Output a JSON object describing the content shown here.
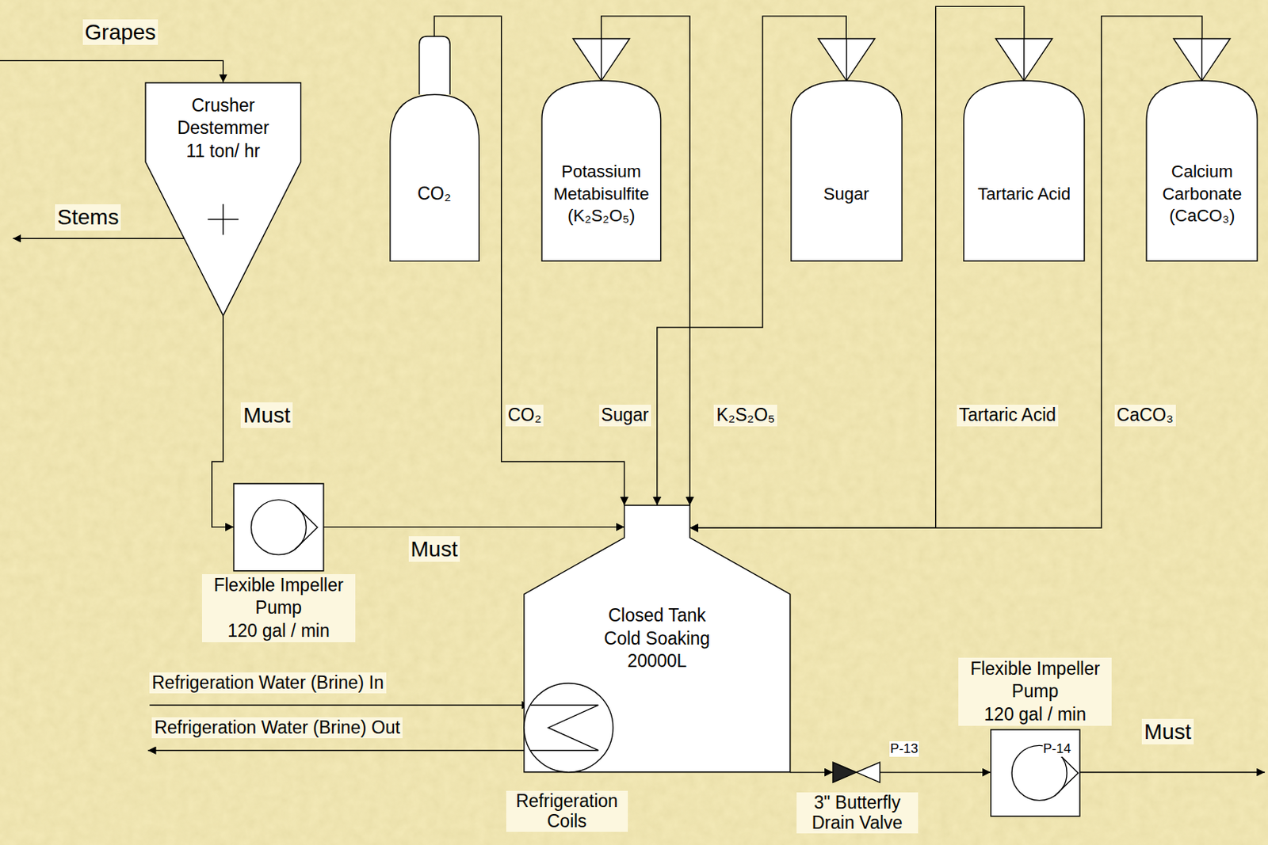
{
  "diagram": {
    "nodes": [
      {
        "text": [
          "Crusher Destemmer",
          "11 ton/ hr"
        ]
      },
      {
        "text": [
          "CO₂"
        ]
      },
      {
        "text": [
          "Potassium Metabisulfite",
          "(K₂S₂O₅)"
        ]
      },
      {
        "text": [
          "Sugar"
        ]
      },
      {
        "text": [
          "Tartaric Acid"
        ]
      },
      {
        "text": [
          "Calcium Carbonate",
          "(CaCO₃)"
        ]
      },
      {
        "text": [
          "Flexible Impeller Pump",
          "120 gal / min"
        ]
      },
      {
        "text": [
          "Closed Tank Cold Soaking",
          "20000L"
        ]
      },
      {
        "text": [
          "Refrigeration Coils"
        ]
      },
      {
        "text": [
          "3\" Butterfly Drain Valve"
        ]
      },
      {
        "text": [
          "Flexible Impeller Pump",
          "120 gal / min"
        ]
      }
    ],
    "edges": [
      {
        "from": 0,
        "to": 6,
        "arrow": "to",
        "label": "Must"
      },
      {
        "from": 6,
        "to": 7,
        "arrow": "to",
        "label": "Must"
      },
      {
        "from": 1,
        "to": 7,
        "arrow": "to",
        "label": "CO₂"
      },
      {
        "from": 3,
        "to": 7,
        "arrow": "to",
        "label": "Sugar"
      },
      {
        "from": 2,
        "to": 7,
        "arrow": "to",
        "label": "K₂S₂O₅"
      },
      {
        "from": 4,
        "to": 7,
        "arrow": "to",
        "label": "Tartaric Acid"
      },
      {
        "from": 5,
        "to": 7,
        "arrow": "to",
        "label": "CaCO₃"
      },
      {
        "from": 7,
        "to": 9,
        "arrow": "to"
      },
      {
        "from": 9,
        "to": 10,
        "arrow": "to"
      }
    ],
    "labels": [
      "Grapes",
      "Stems",
      "Refrigeration Water (Brine) In",
      "Refrigeration Water (Brine) Out",
      "P-13",
      "P-14",
      "Must"
    ]
  }
}
